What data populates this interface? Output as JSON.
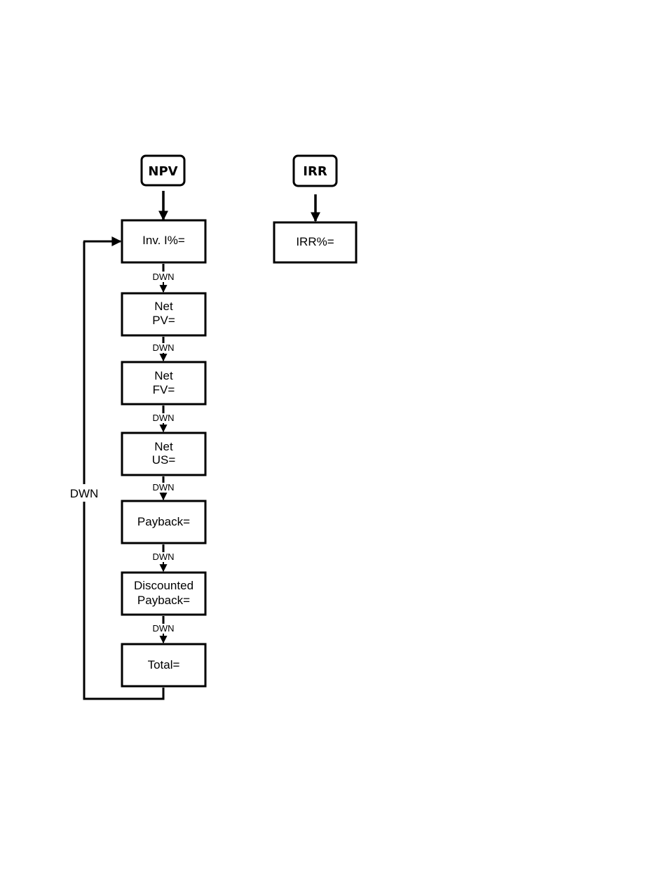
{
  "keys": {
    "npv": "NPV",
    "irr": "IRR"
  },
  "npv_boxes": [
    {
      "lines": [
        "Inv. I%="
      ]
    },
    {
      "lines": [
        "Net",
        "PV="
      ]
    },
    {
      "lines": [
        "Net",
        "FV="
      ]
    },
    {
      "lines": [
        "Net",
        "US="
      ]
    },
    {
      "lines": [
        "Payback="
      ]
    },
    {
      "lines": [
        "Discounted",
        "Payback="
      ]
    },
    {
      "lines": [
        "Total="
      ]
    }
  ],
  "irr_box": {
    "lines": [
      "IRR%="
    ]
  },
  "step_label": "DWN",
  "loop_label": "DWN",
  "colors": {
    "line": "#000000",
    "background": "#ffffff"
  }
}
